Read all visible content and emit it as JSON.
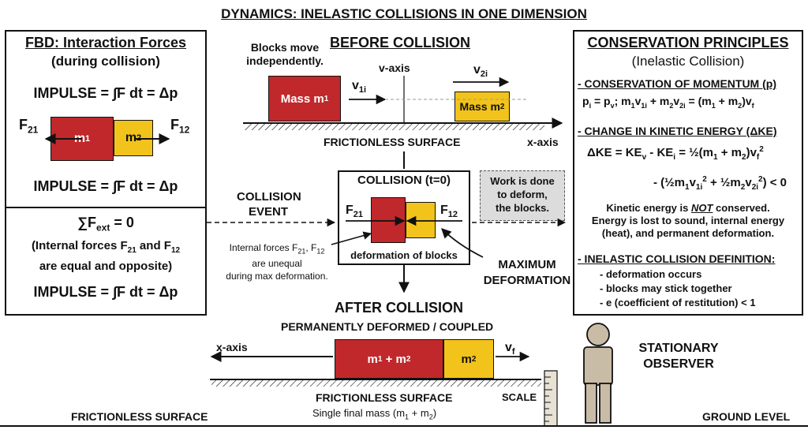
{
  "title": "DYNAMICS: INELASTIC COLLISIONS IN ONE DIMENSION",
  "fbd": {
    "title": "FBD: Interaction Forces",
    "subtitle": "(during collision)",
    "impulse": "IMPULSE = ∫F dt = Δp",
    "f21": "F21",
    "f12": "F12",
    "m1": "m1",
    "m2": "m2",
    "sum_fext": "∑Fext = 0",
    "internal_note": "(Internal forces F21 and F12 are equal and opposite)"
  },
  "before": {
    "title": "BEFORE COLLISION",
    "note": "Blocks move independently.",
    "v_axis": "v-axis",
    "mass1": "Mass m1",
    "mass2": "Mass m2",
    "v1i": "v1i",
    "v2i": "v2i",
    "surface": "FRICTIONLESS SURFACE",
    "x_axis": "x-axis"
  },
  "collision": {
    "event": "COLLISION EVENT",
    "title": "COLLISION (t=0)",
    "f21": "F21",
    "f12": "F12",
    "deformation": "deformation of blocks",
    "work_note": "Work is done to deform, the blocks.",
    "internal_forces_note": "Internal forces F21, F12 are unequal during max deformation.",
    "max_deformation": "MAXIMUM DEFORMATION"
  },
  "after": {
    "title": "AFTER COLLISION",
    "subtitle": "PERMANENTLY DEFORMED / COUPLED",
    "x_axis": "x-axis",
    "combined": "m1 + m2",
    "m2": "m2",
    "vf": "vf",
    "surface": "FRICTIONLESS SURFACE",
    "final_mass": "Single final mass (m1 + m2)",
    "scale": "SCALE"
  },
  "conservation": {
    "title": "CONSERVATION PRINCIPLES",
    "subtitle": "(Inelastic Collision)",
    "momentum_heading": "- CONSERVATION OF MOMENTUM (p)",
    "momentum_eq": "pi = pv; m1v1i + m2v2i = (m1 + m2)vf",
    "ke_heading": "- CHANGE IN KINETIC ENERGY (ΔKE)",
    "ke_eq1": "ΔKE = KEv - KEi = ½(m1 + m2)vf²",
    "ke_eq2": "- (½m1v1i² + ½m2v2i²) < 0",
    "ke_note1": "Kinetic energy is NOT conserved.",
    "ke_note2": "Energy is lost to sound, internal energy (heat), and permanent deformation.",
    "def_heading": "- INELASTIC COLLISION DEFINITION:",
    "def_items": [
      "- deformation occurs",
      "- blocks may stick together",
      "- e (coefficient of restitution) < 1"
    ]
  },
  "observer": "STATIONARY OBSERVER",
  "bottom_left": "FRICTIONLESS SURFACE",
  "bottom_right": "GROUND LEVEL",
  "colors": {
    "m1": "#c0282b",
    "m2": "#f2c31a",
    "work_box": "#dcdcdc",
    "observer": "#c9bca6"
  }
}
